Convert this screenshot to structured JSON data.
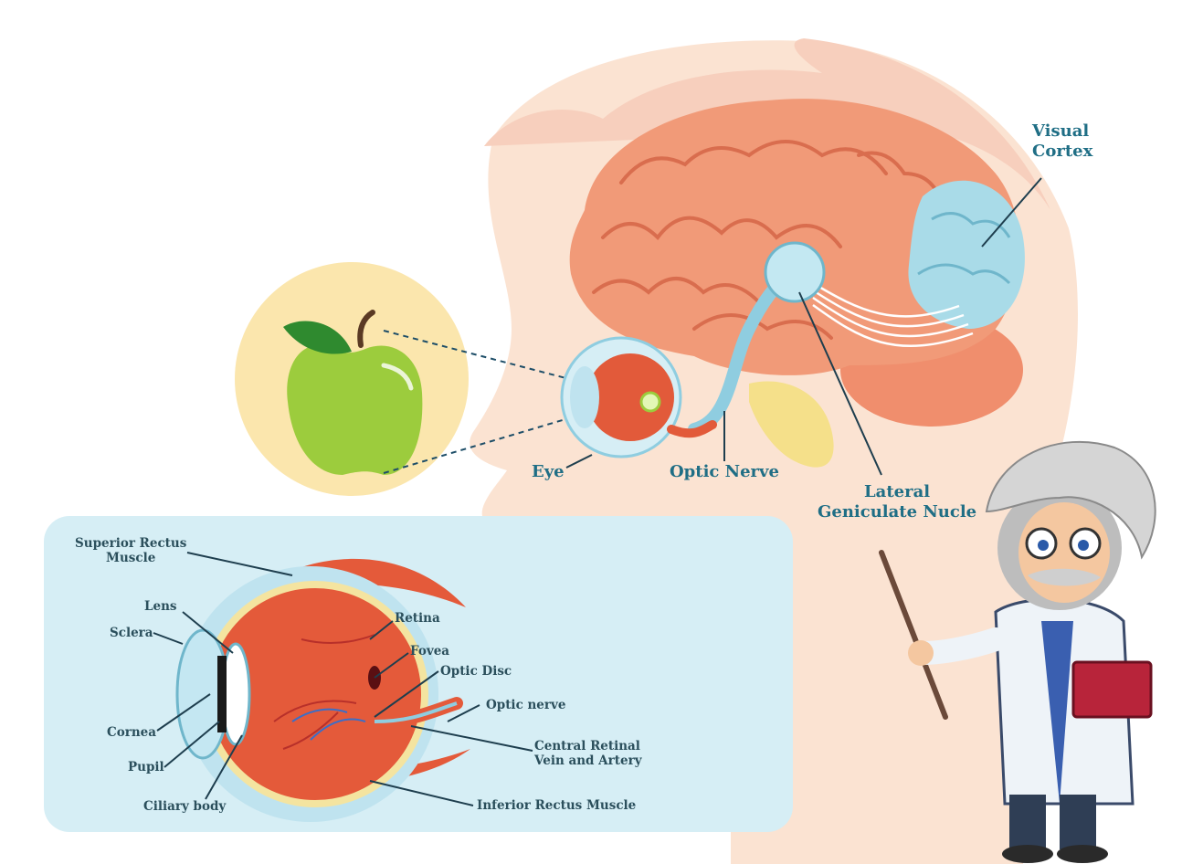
{
  "brain_labels": {
    "visual_cortex_line1": "Visual",
    "visual_cortex_line2": "Cortex",
    "eye": "Eye",
    "optic_nerve": "Optic Nerve",
    "lgn_line1": "Lateral",
    "lgn_line2": "Geniculate Nucle"
  },
  "eye_labels": {
    "superior_rectus_line1": "Superior Rectus",
    "superior_rectus_line2": "Muscle",
    "lens": "Lens",
    "sclera": "Sclera",
    "cornea": "Cornea",
    "pupil": "Pupil",
    "ciliary_body": "Ciliary body",
    "retina": "Retina",
    "fovea": "Fovea",
    "optic_disc": "Optic Disc",
    "optic_nerve": "Optic nerve",
    "central_retinal_line1": "Central Retinal",
    "central_retinal_line2": "Vein and Artery",
    "inferior_rectus": "Inferior Rectus Muscle"
  },
  "colors": {
    "head_skin": "#fbe3d2",
    "brain": "#f19a78",
    "visual_cortex": "#a9dbe8",
    "apple": "#9ccc3d",
    "label_text": "#1f6e85",
    "inset_background": "#d6eef5"
  }
}
